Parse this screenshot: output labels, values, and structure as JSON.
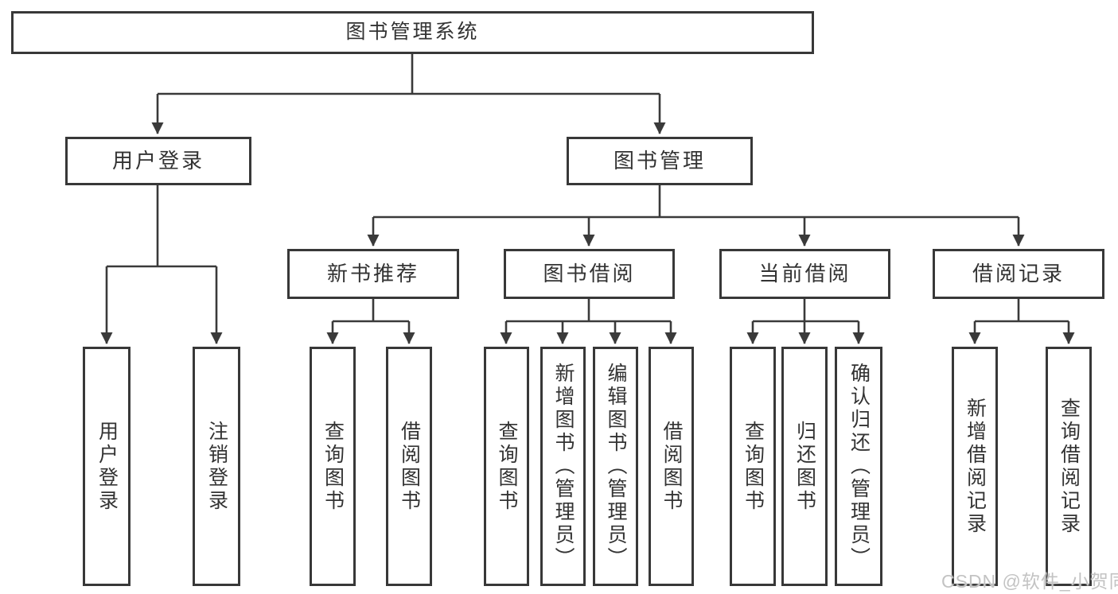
{
  "diagram": {
    "title": "图书管理系统",
    "watermark": "CSDN @软件_小贺同学",
    "colors": {
      "line": "#3a3a3a",
      "border": "#383838",
      "text": "#333333",
      "watermark": "#c3c3c3",
      "background": "#ffffff"
    },
    "nodes": {
      "root": "图书管理系统",
      "user_login": "用户登录",
      "book_mgmt": "图书管理",
      "new_book_rec": "新书推荐",
      "book_borrow": "图书借阅",
      "current_borrow": "当前借阅",
      "borrow_records": "借阅记录",
      "leaf_user_login": "用户登录",
      "leaf_logout": "注销登录",
      "leaf_query_book_rec": "查询图书",
      "leaf_borrow_book_rec": "借阅图书",
      "leaf_query_book_borrow": "查询图书",
      "leaf_add_book_admin": "新增图书（管理员）",
      "leaf_edit_book_admin": "编辑图书（管理员）",
      "leaf_borrow_book_borrow": "借阅图书",
      "leaf_query_book_current": "查询图书",
      "leaf_return_book": "归还图书",
      "leaf_confirm_return_admin": "确认归还（管理员）",
      "leaf_add_borrow_record": "新增借阅记录",
      "leaf_query_borrow_record": "查询借阅记录"
    },
    "hierarchy": [
      {
        "parent": "图书管理系统",
        "children": [
          "用户登录",
          "图书管理"
        ]
      },
      {
        "parent": "用户登录",
        "children": [
          "用户登录",
          "注销登录"
        ]
      },
      {
        "parent": "图书管理",
        "children": [
          "新书推荐",
          "图书借阅",
          "当前借阅",
          "借阅记录"
        ]
      },
      {
        "parent": "新书推荐",
        "children": [
          "查询图书",
          "借阅图书"
        ]
      },
      {
        "parent": "图书借阅",
        "children": [
          "查询图书",
          "新增图书（管理员）",
          "编辑图书（管理员）",
          "借阅图书"
        ]
      },
      {
        "parent": "当前借阅",
        "children": [
          "查询图书",
          "归还图书",
          "确认归还（管理员）"
        ]
      },
      {
        "parent": "借阅记录",
        "children": [
          "新增借阅记录",
          "查询借阅记录"
        ]
      }
    ]
  }
}
